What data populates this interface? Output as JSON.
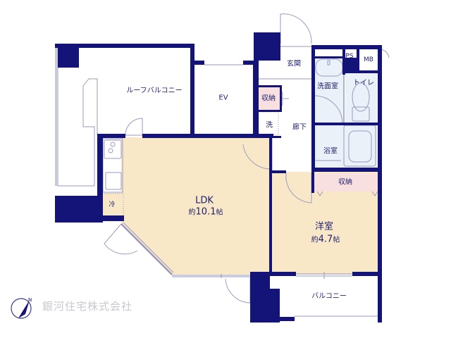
{
  "floor_plan": {
    "colors": {
      "wall": "#141478",
      "ldk_floor": "#f8e8c8",
      "western_room_floor": "#f8e8c8",
      "wet_area_floor": "#eaf1f8",
      "storage_floor": "#f8e0e0",
      "line": "#9a9ac0",
      "label": "#1e1e6e",
      "company": "#c8c8d2"
    },
    "rooms": {
      "roof_balcony": {
        "label": "ルーフバルコニー"
      },
      "ev": {
        "label": "EV"
      },
      "entrance": {
        "label": "玄関"
      },
      "storage_hall": {
        "label": "収納"
      },
      "washer": {
        "label": "洗"
      },
      "corridor": {
        "label": "廊下"
      },
      "washroom": {
        "label": "洗面室"
      },
      "toilet": {
        "label": "トイレ"
      },
      "bathroom": {
        "label": "浴室"
      },
      "ps": {
        "label": "PS"
      },
      "mb": {
        "label": "MB"
      },
      "storage_room": {
        "label": "収納"
      },
      "fridge": {
        "label": "冷"
      },
      "ldk": {
        "label": "LDK",
        "area_prefix": "約",
        "area_value": "10.1",
        "area_unit": "帖"
      },
      "western_room": {
        "label": "洋室",
        "area_prefix": "約",
        "area_value": "4.7",
        "area_unit": "帖"
      },
      "balcony": {
        "label": "バルコニー"
      }
    },
    "compass": {
      "icon": "north-compass-icon",
      "direction_label": "N"
    },
    "company_name": "銀河住宅株式会社"
  }
}
